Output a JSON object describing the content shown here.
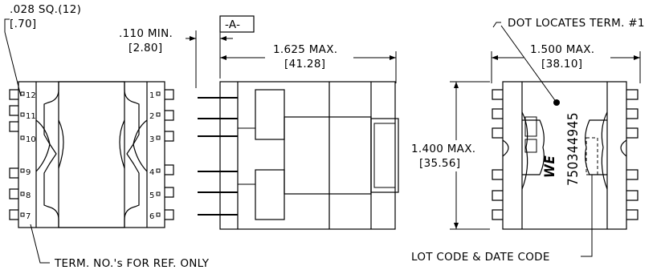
{
  "labels": {
    "pin_size": ".028 SQ.(12)",
    "pin_size_metric": "[.70]",
    "term_note": "TERM. NO.'s FOR REF. ONLY",
    "standoff": ".110 MIN.",
    "standoff_metric": "[2.80]",
    "datum": "-A-",
    "length": "1.625 MAX.",
    "length_metric": "[41.28]",
    "dot_note": "DOT LOCATES TERM. #1",
    "width": "1.500 MAX.",
    "width_metric": "[38.10]",
    "height": "1.400 MAX.",
    "height_metric": "[35.56]",
    "lot_note": "LOT CODE & DATE CODE",
    "part_number": "750344945",
    "logo_text": "WE"
  },
  "pins": {
    "left": [
      "12",
      "11",
      "10",
      "9",
      "8",
      "7"
    ],
    "right": [
      "1",
      "2",
      "3",
      "4",
      "5",
      "6"
    ]
  }
}
